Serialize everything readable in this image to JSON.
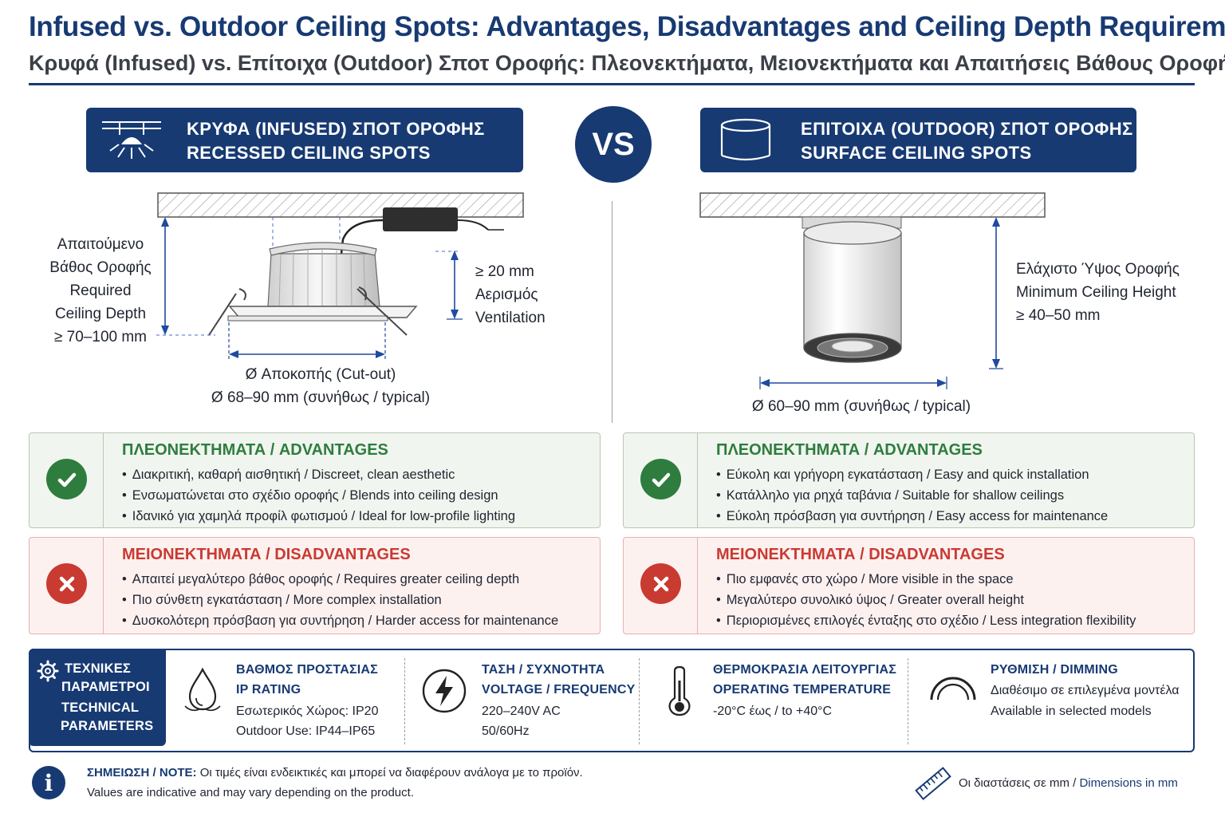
{
  "header": {
    "title": "Infused vs. Outdoor Ceiling Spots: Advantages, Disadvantages and Ceiling Depth Requirements",
    "subtitle": "Κρυφά (Infused) vs. Επίτοιχα (Outdoor) Σποτ Οροφής: Πλεονεκτήματα, Μειονεκτήματα και Απαιτήσεις Βάθους Οροφής"
  },
  "vs_label": "VS",
  "recessed": {
    "banner_line1": "ΚΡΥΦΑ (INFUSED) ΣΠΟΤ ΟΡΟΦΗΣ",
    "banner_line2": "RECESSED CEILING SPOTS",
    "depth_label": [
      "Απαιτούμενο",
      "Βάθος Οροφής",
      "Required",
      "Ceiling Depth",
      "≥ 70–100 mm"
    ],
    "ventilation_label": [
      "≥ 20 mm",
      "Αερισμός",
      "Ventilation"
    ],
    "cutout_label": [
      "Ø Αποκοπής (Cut-out)",
      "Ø 68–90 mm (συνήθως / typical)"
    ],
    "advantages_title": "ΠΛΕΟΝΕΚΤΗΜΑΤΑ / ADVANTAGES",
    "advantages": [
      "Διακριτική, καθαρή αισθητική / Discreet, clean aesthetic",
      "Ενσωματώνεται στο σχέδιο οροφής / Blends into ceiling design",
      "Ιδανικό για χαμηλά προφίλ φωτισμού / Ideal for low-profile lighting"
    ],
    "disadvantages_title": "ΜΕΙΟΝΕΚΤΗΜΑΤΑ / DISADVANTAGES",
    "disadvantages": [
      "Απαιτεί μεγαλύτερο βάθος οροφής / Requires greater ceiling depth",
      "Πιο σύνθετη εγκατάσταση / More complex installation",
      "Δυσκολότερη πρόσβαση για συντήρηση / Harder access for maintenance"
    ]
  },
  "surface": {
    "banner_line1": "ΕΠΙΤΟΙΧΑ (OUTDOOR) ΣΠΟΤ ΟΡΟΦΗΣ",
    "banner_line2": "SURFACE CEILING SPOTS",
    "height_label": [
      "Ελάχιστο Ύψος Οροφής",
      "Minimum Ceiling Height",
      "≥ 40–50 mm"
    ],
    "diameter_label": "Ø 60–90 mm (συνήθως / typical)",
    "advantages_title": "ΠΛΕΟΝΕΚΤΗΜΑΤΑ / ADVANTAGES",
    "advantages": [
      "Εύκολη και γρήγορη εγκατάσταση / Easy and quick installation",
      "Κατάλληλο για ρηχά ταβάνια / Suitable for shallow ceilings",
      "Εύκολη πρόσβαση για συντήρηση / Easy access for maintenance"
    ],
    "disadvantages_title": "ΜΕΙΟΝΕΚΤΗΜΑΤΑ / DISADVANTAGES",
    "disadvantages": [
      "Πιο εμφανές στο χώρο / More visible in the space",
      "Μεγαλύτερο συνολικό ύψος / Greater overall height",
      "Περιορισμένες επιλογές ένταξης στο σχέδιο / Less integration flexibility"
    ]
  },
  "technical": {
    "title_lines": [
      "ΤΕΧΝΙΚΕΣ",
      "ΠΑΡΑΜΕΤΡΟΙ",
      "TECHNICAL",
      "PARAMETERS"
    ],
    "ip": {
      "h1": "ΒΑΘΜΟΣ ΠΡΟΣΤΑΣΙΑΣ",
      "h2": "IP RATING",
      "v1": "Εσωτερικός Χώρος: IP20",
      "v2": "Outdoor Use: IP44–IP65"
    },
    "voltage": {
      "h1": "ΤΑΣΗ / ΣΥΧΝΟΤΗΤΑ",
      "h2": "VOLTAGE / FREQUENCY",
      "v1": "220–240V AC",
      "v2": "50/60Hz"
    },
    "temperature": {
      "h1": "ΘΕΡΜΟΚΡΑΣΙΑ ΛΕΙΤΟΥΡΓΙΑΣ",
      "h2": "OPERATING TEMPERATURE",
      "v1": "-20°C έως / to +40°C"
    },
    "dimming": {
      "h1": "ΡΥΘΜΙΣΗ / DIMMING",
      "v1": "Διαθέσιμο σε επιλεγμένα μοντέλα",
      "v2": "Available in selected models"
    }
  },
  "note": {
    "label": "ΣΗΜΕΙΩΣΗ / NOTE:",
    "text_gr": " Οι τιμές είναι ενδεικτικές και μπορεί να διαφέρουν ανάλογα με το προϊόν.",
    "text_en": "Values are indicative and may vary depending on the product.",
    "info_glyph": "i"
  },
  "dimensions": {
    "gr": "Οι διαστάσεις σε mm / ",
    "en": "Dimensions in mm"
  },
  "colors": {
    "navy": "#173a73",
    "green": "#2e7d3e",
    "red": "#c93a31"
  }
}
